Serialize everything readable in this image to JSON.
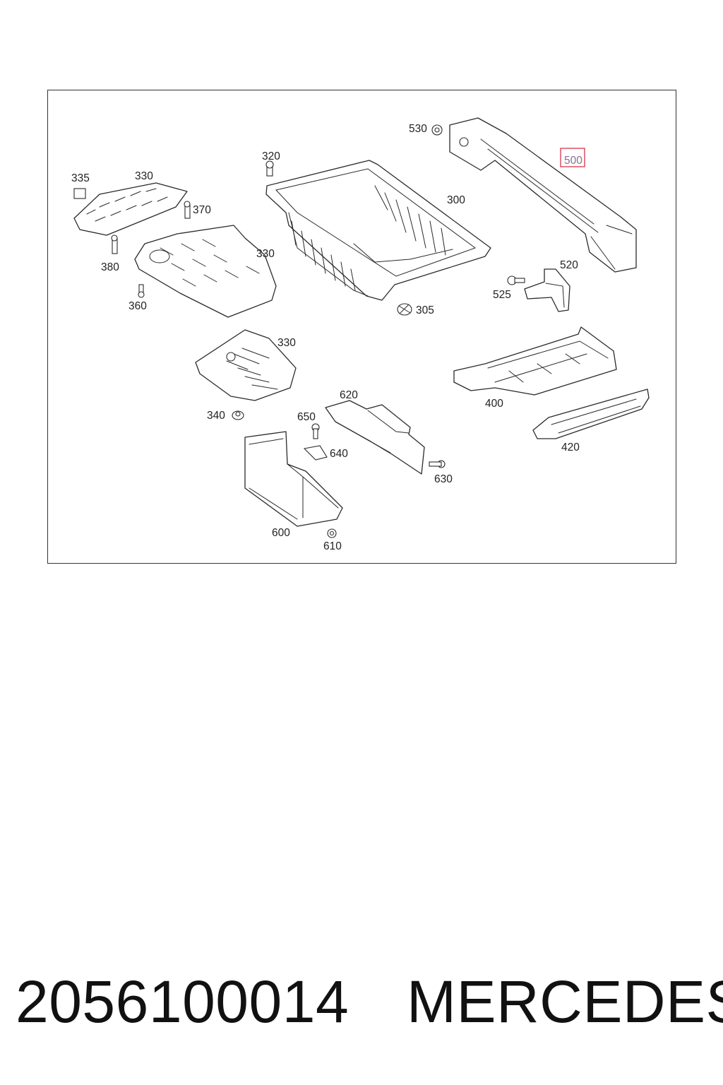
{
  "diagram": {
    "callouts": {
      "c300": "300",
      "c305": "305",
      "c320": "320",
      "c330a": "330",
      "c330b": "330",
      "c330c": "330",
      "c335": "335",
      "c340": "340",
      "c360": "360",
      "c370": "370",
      "c380": "380",
      "c400": "400",
      "c420": "420",
      "c500": "500",
      "c520": "520",
      "c525": "525",
      "c530": "530",
      "c600": "600",
      "c610": "610",
      "c620": "620",
      "c630": "630",
      "c640": "640",
      "c650": "650"
    },
    "highlighted_callout": "500",
    "highlight_color": "#e05a6a"
  },
  "footer": {
    "part_number": "2056100014",
    "brand": "MERCEDES"
  }
}
